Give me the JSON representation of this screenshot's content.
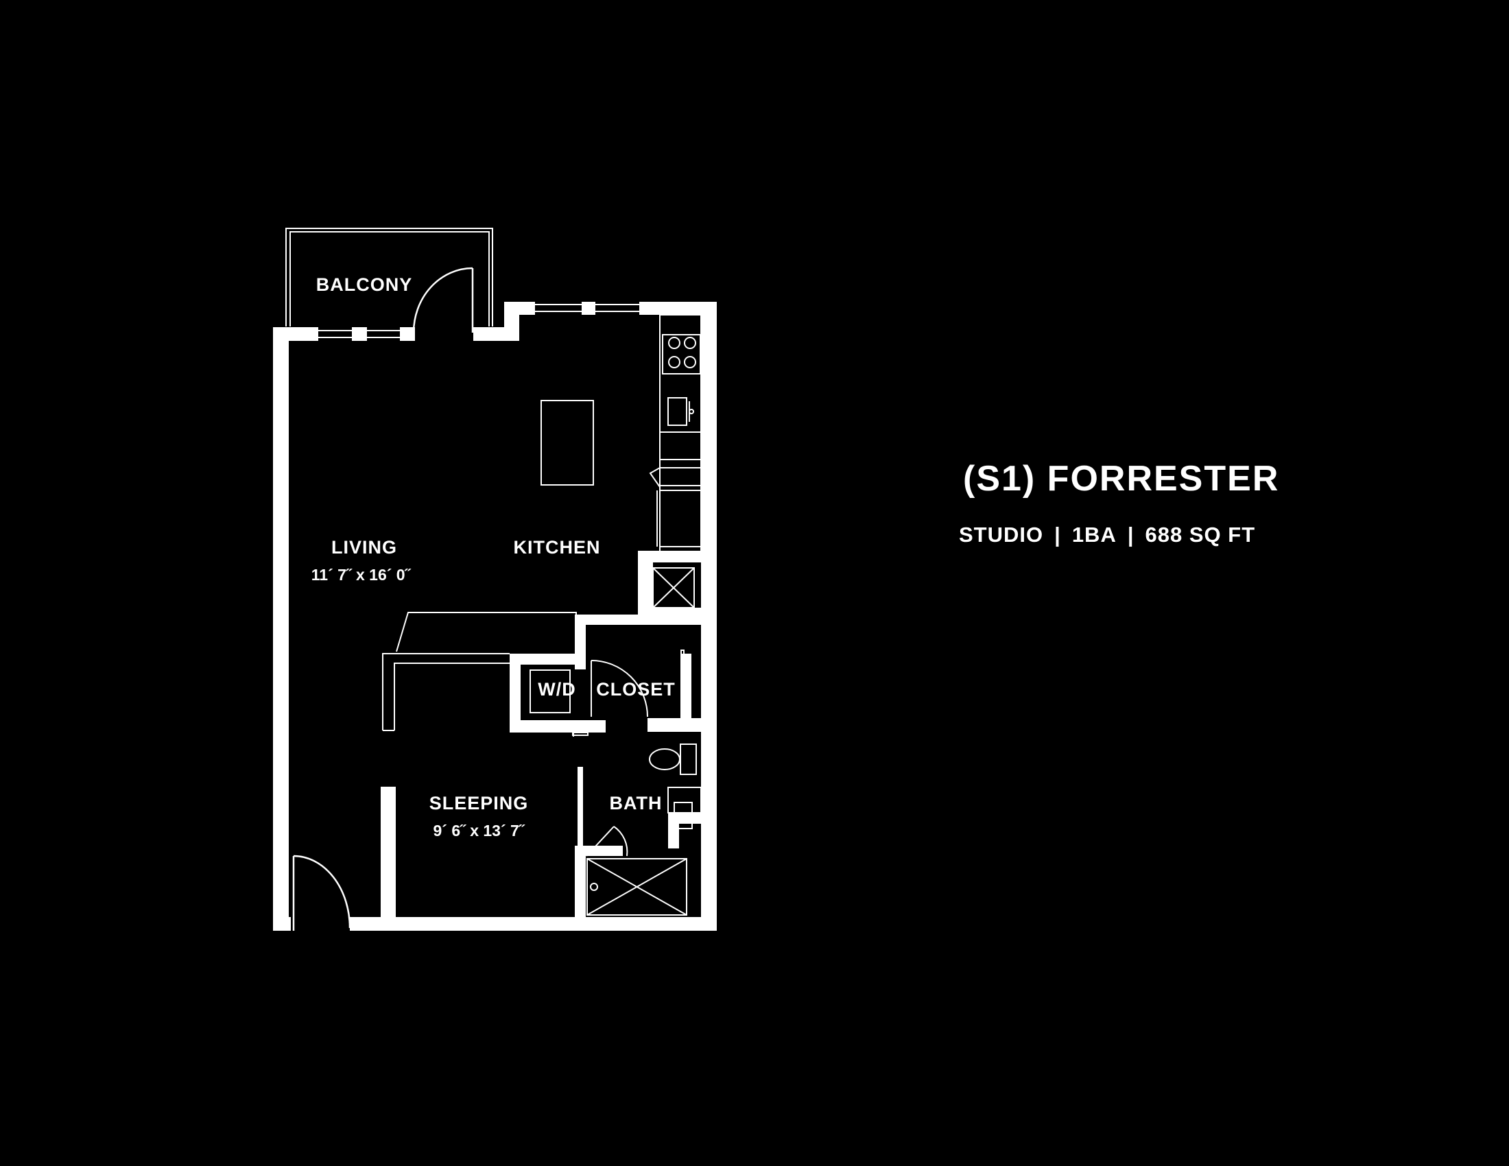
{
  "unit": {
    "title": "(S1) FORRESTER",
    "type": "STUDIO",
    "baths": "1BA",
    "area": "688 SQ FT",
    "separator": "|"
  },
  "rooms": {
    "balcony": {
      "label": "BALCONY"
    },
    "living": {
      "label": "LIVING",
      "dimensions": "11´ 7˝ x 16´ 0˝"
    },
    "kitchen": {
      "label": "KITCHEN"
    },
    "wd": {
      "label": "W/D"
    },
    "closet": {
      "label": "CLOSET"
    },
    "sleeping": {
      "label": "SLEEPING",
      "dimensions": "9´ 6˝ x 13´ 7˝"
    },
    "bath": {
      "label": "BATH"
    }
  },
  "colors": {
    "background": "#000000",
    "lines": "#ffffff"
  }
}
